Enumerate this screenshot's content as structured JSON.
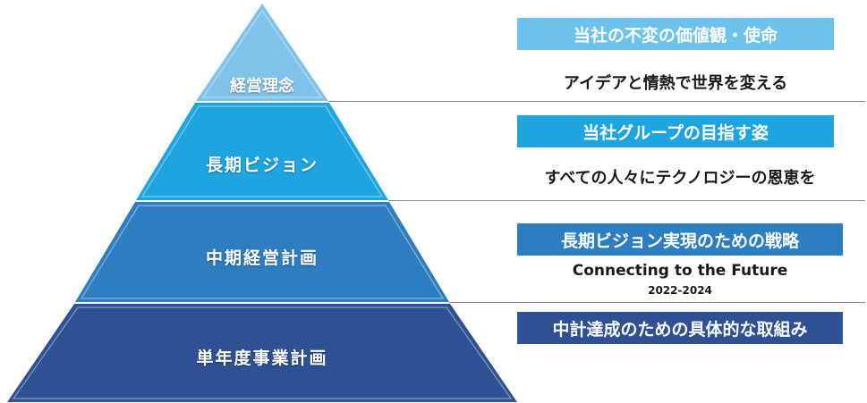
{
  "tiers": [
    {
      "label": "経営理念",
      "color": "#7fc3ea"
    },
    {
      "label": "長期ビジョン",
      "color": "#1ea5e0"
    },
    {
      "label": "中期経営計画",
      "color": "#2d7ec0"
    },
    {
      "label": "単年度事業計画",
      "color": "#2e5193"
    }
  ],
  "panels": [
    {
      "banner": "当社の不変の価値観・使命",
      "description": "アイデアと情熱で世界を変える",
      "banner_color": "#6cc2ed"
    },
    {
      "banner": "当社グループの目指す姿",
      "description": "すべての人々にテクノロジーの恩恵を",
      "banner_color": "#1ea5e0"
    },
    {
      "banner": "長期ビジョン実現のための戦略",
      "description": "Connecting to the Future",
      "sub": "2022-2024",
      "banner_color": "#2d7ec0"
    },
    {
      "banner": "中計達成のための具体的な取組み",
      "banner_color": "#2e5193"
    }
  ]
}
